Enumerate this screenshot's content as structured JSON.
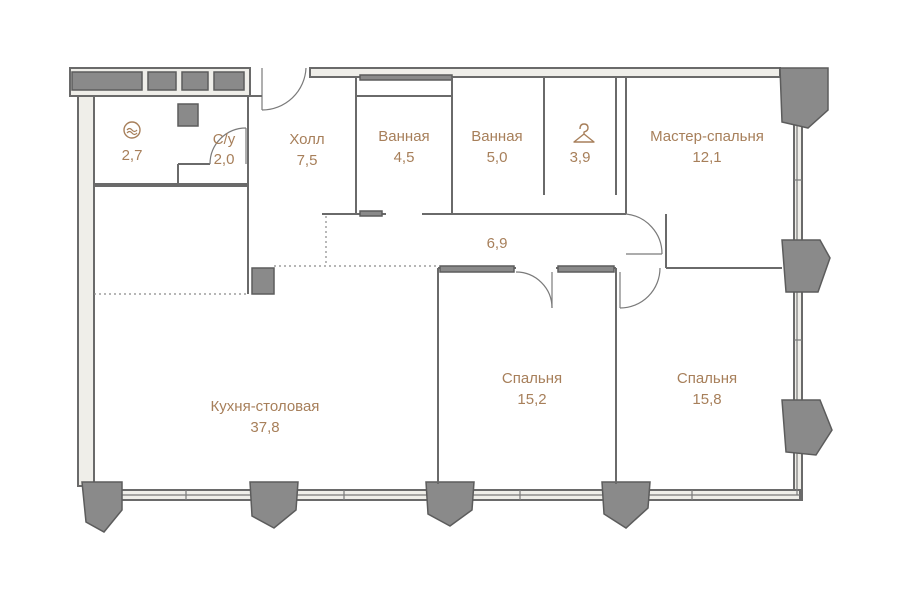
{
  "plan": {
    "rooms": [
      {
        "id": "utility",
        "label": "",
        "area": "2,7",
        "icon": "washing-machine-icon"
      },
      {
        "id": "wc",
        "label": "С/у",
        "area": "2,0"
      },
      {
        "id": "hall",
        "label": "Холл",
        "area": "7,5"
      },
      {
        "id": "bath1",
        "label": "Ванная",
        "area": "4,5"
      },
      {
        "id": "bath2",
        "label": "Ванная",
        "area": "5,0"
      },
      {
        "id": "wardrobe",
        "label": "",
        "area": "3,9",
        "icon": "hanger-icon"
      },
      {
        "id": "master",
        "label": "Мастер-спальня",
        "area": "12,1"
      },
      {
        "id": "corridor",
        "label": "",
        "area": "6,9"
      },
      {
        "id": "kitchen",
        "label": "Кухня-столовая",
        "area": "37,8"
      },
      {
        "id": "bedroom1",
        "label": "Спальня",
        "area": "15,2"
      },
      {
        "id": "bedroom2",
        "label": "Спальня",
        "area": "15,8"
      }
    ],
    "colors": {
      "label": "#a77f5a",
      "wall_fill": "#efeee9",
      "wall_stroke": "#6a6a6a",
      "column": "#8a8a8a"
    }
  }
}
